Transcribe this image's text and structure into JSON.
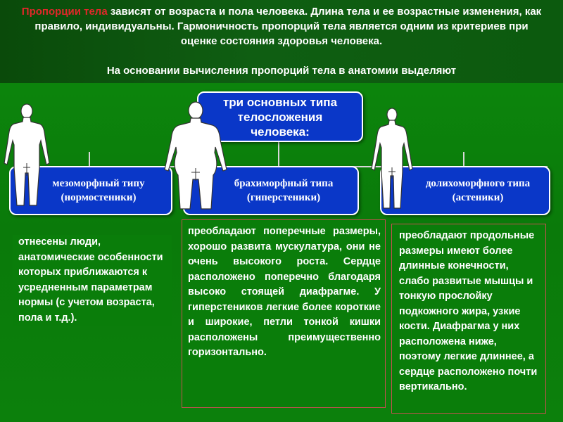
{
  "intro": {
    "highlight": "Пропорции тела",
    "rest": " зависят от возраста и пола человека. Длина тела и ее возрастные изменения, как правило, индивидуальны. Гармоничность пропорций тела является одним из критериев при оценке состояния здоровья человека."
  },
  "basis": "На основании вычисления пропорций тела в анатомии выделяют",
  "main_box": {
    "line1": "три основных типа",
    "line2": "телосложения",
    "line3": "человека:"
  },
  "types": [
    {
      "name": "мезоморфный типу",
      "sub": "(нормостеники)",
      "description": "отнесены люди, анатомические особенности которых приближаются к усредненным параметрам нормы (с учетом возраста, пола и т.д.)."
    },
    {
      "name": "брахиморфный типа",
      "sub": "(гиперстеники)",
      "description": "преобладают поперечные размеры, хорошо развита мускулатура, они не очень высокого роста. Сердце расположено поперечно благодаря высоко стоящей диафрагме. У гиперстеников легкие более короткие и широкие, петли тонкой кишки расположены преимущественно горизонтально."
    },
    {
      "name": "долихоморфного типа",
      "sub": "(астеники)",
      "description": "преобладают продольные размеры имеют более длинные конечности, слабо развитые мышцы и тонкую прослойку подкожного жира, узкие кости. Диафрагма у них расположена ниже, поэтому легкие длиннее, а сердце расположено почти вертикально."
    }
  ],
  "colors": {
    "background": "#0a7a0a",
    "header": "#0f5e12",
    "box": "#0a37c8",
    "highlight": "#e0282a",
    "text": "#ffffff"
  },
  "icons": [
    "human-silhouette-icon"
  ]
}
